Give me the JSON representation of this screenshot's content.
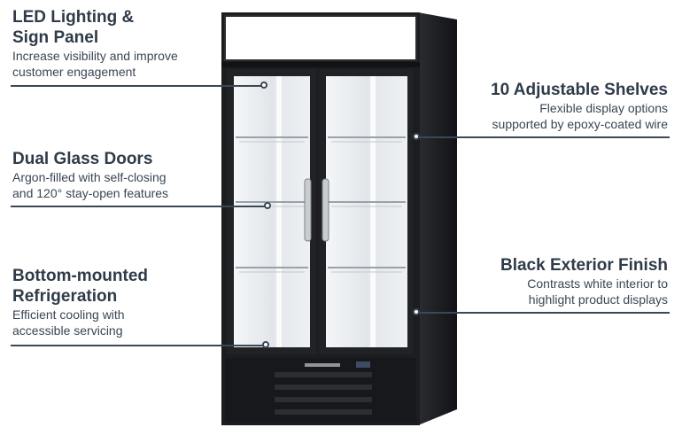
{
  "features": [
    {
      "title_lines": [
        "LED Lighting &",
        "Sign Panel"
      ],
      "desc_lines": [
        "Increase visibility and improve",
        "customer engagement"
      ]
    },
    {
      "title_lines": [
        "10 Adjustable Shelves"
      ],
      "desc_lines": [
        "Flexible display options",
        "supported by epoxy-coated wire"
      ]
    },
    {
      "title_lines": [
        "Dual Glass Doors"
      ],
      "desc_lines": [
        "Argon-filled with self-closing",
        "and 120° stay-open features"
      ]
    },
    {
      "title_lines": [
        "Bottom-mounted",
        "Refrigeration"
      ],
      "desc_lines": [
        "Efficient cooling with",
        "accessible servicing"
      ]
    },
    {
      "title_lines": [
        "Black Exterior Finish"
      ],
      "desc_lines": [
        "Contrasts white interior to",
        "highlight product displays"
      ]
    }
  ],
  "colors": {
    "heading": "#2f3b48",
    "leader": "#3b4856",
    "cabinet": "#1c1d20",
    "interior": "#e9ecef"
  },
  "icons": [
    "callout-dot-icon"
  ]
}
